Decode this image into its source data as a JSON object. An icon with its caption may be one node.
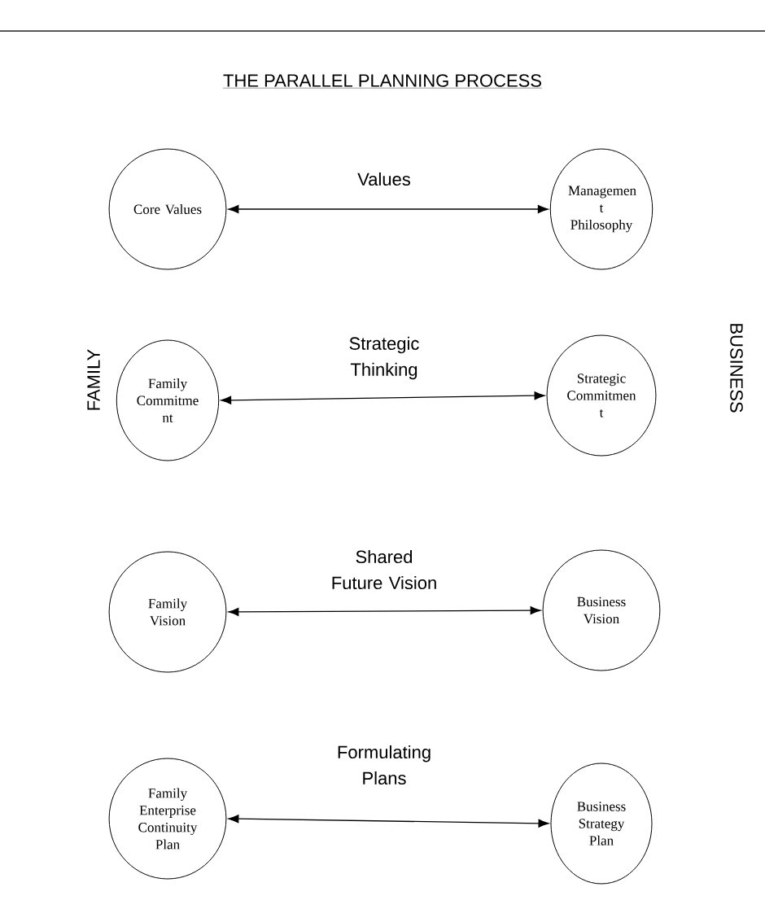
{
  "diagram": {
    "title": "THE PARALLEL PLANNING PROCESS",
    "nodes": [
      {
        "text": [
          "Core Values"
        ]
      },
      {
        "text": [
          "Managemen t Philosophy"
        ]
      },
      {
        "text": [
          "Family Commitme nt"
        ]
      },
      {
        "text": [
          "Strategic Commitmen t"
        ]
      },
      {
        "text": [
          "Family Vision"
        ]
      },
      {
        "text": [
          "Business Vision"
        ]
      },
      {
        "text": [
          "Family Enterprise Continuity Plan"
        ]
      },
      {
        "text": [
          "Business Strategy Plan"
        ]
      }
    ],
    "edges": [
      {
        "from": 0,
        "to": 1,
        "arrow": "both",
        "label": "Values"
      },
      {
        "from": 2,
        "to": 3,
        "arrow": "both",
        "label": "Strategic Thinking"
      },
      {
        "from": 4,
        "to": 5,
        "arrow": "both",
        "label": "Shared Future Vision"
      },
      {
        "from": 6,
        "to": 7,
        "arrow": "both",
        "label": "Formulating Plans"
      }
    ],
    "labels": [
      "FAMILY",
      "BUSINESS"
    ]
  }
}
